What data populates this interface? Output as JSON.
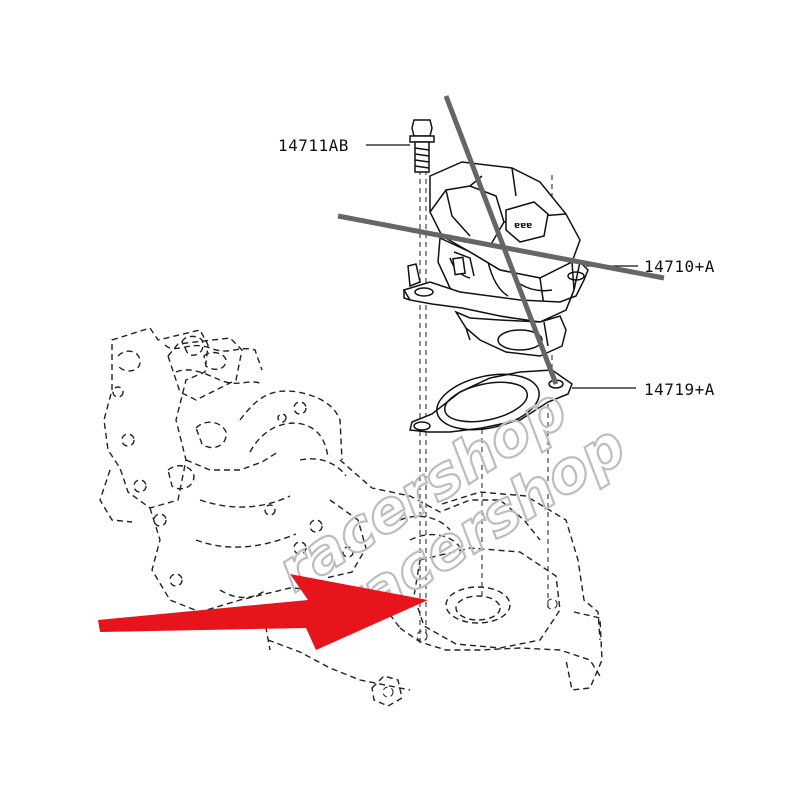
{
  "callouts": {
    "bolt": "14711AB",
    "valve": "14710+A",
    "gasket": "14719+A"
  },
  "watermark": {
    "line1": "racershop",
    "line2": "racershop"
  },
  "colors": {
    "arrow": "#e8141b",
    "cross": "#666666",
    "line": "#111111",
    "watermark": "#bdbdbd"
  },
  "icons": {
    "arrow": "red-arrow-icon",
    "cross_out": "cross-out-icon"
  }
}
